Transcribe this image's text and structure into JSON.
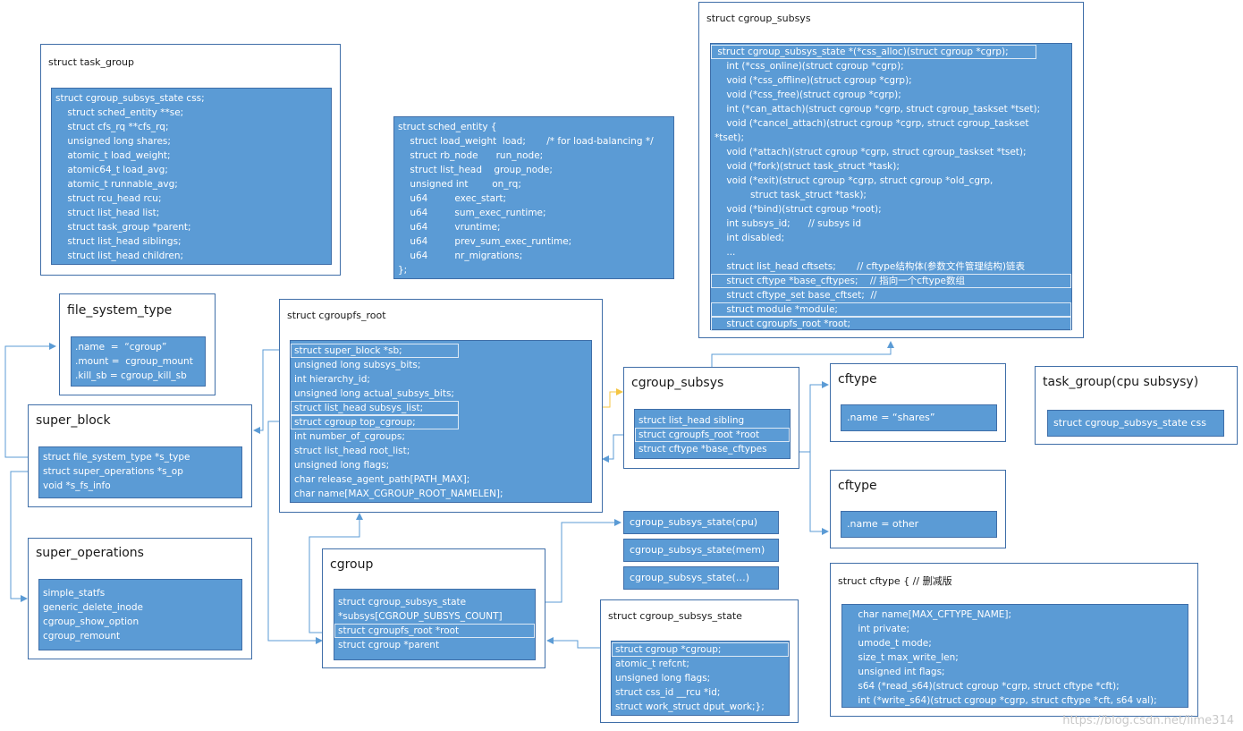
{
  "task_group": {
    "title": "struct task_group",
    "lines": [
      "struct cgroup_subsys_state css;",
      "    struct sched_entity **se;",
      "    struct cfs_rq **cfs_rq;",
      "    unsigned long shares;",
      "    atomic_t load_weight;",
      "    atomic64_t load_avg;",
      "    atomic_t runnable_avg;",
      "    struct rcu_head rcu;",
      "    struct list_head list;",
      "    struct task_group *parent;",
      "    struct list_head siblings;",
      "    struct list_head children;"
    ]
  },
  "sched_entity": {
    "lines": [
      "struct sched_entity {",
      "    struct load_weight  load;       /* for load-balancing */",
      "    struct rb_node      run_node;",
      "    struct list_head    group_node;",
      "    unsigned int        on_rq;",
      "    u64         exec_start;",
      "    u64         sum_exec_runtime;",
      "    u64         vruntime;",
      "    u64         prev_sum_exec_runtime;",
      "    u64         nr_migrations;",
      "};"
    ]
  },
  "cgroup_subsys_struct": {
    "title": "struct cgroup_subsys",
    "lines": [
      " struct cgroup_subsys_state *(*css_alloc)(struct cgroup *cgrp);",
      "    int (*css_online)(struct cgroup *cgrp);",
      "    void (*css_offline)(struct cgroup *cgrp);",
      "    void (*css_free)(struct cgroup *cgrp);",
      "    int (*can_attach)(struct cgroup *cgrp, struct cgroup_taskset *tset);",
      "    void (*cancel_attach)(struct cgroup *cgrp, struct cgroup_taskset",
      "*tset);",
      "    void (*attach)(struct cgroup *cgrp, struct cgroup_taskset *tset);",
      "    void (*fork)(struct task_struct *task);",
      "    void (*exit)(struct cgroup *cgrp, struct cgroup *old_cgrp,",
      "            struct task_struct *task);",
      "    void (*bind)(struct cgroup *root);",
      "    int subsys_id;      // subsys id",
      "    int disabled;",
      "    ...",
      "    struct list_head cftsets;       // cftype结构体(参数文件管理结构)链表",
      "    struct cftype *base_cftypes;    // 指向一个cftype数组",
      "    struct cftype_set base_cftset;  //",
      "    struct module *module;",
      "    struct cgroupfs_root *root;"
    ]
  },
  "file_system_type": {
    "title": "file_system_type",
    "lines": [
      ".name  =  “cgroup”",
      ".mount =  cgroup_mount",
      ".kill_sb = cgroup_kill_sb"
    ]
  },
  "super_block": {
    "title": "super_block",
    "lines": [
      "struct file_system_type *s_type",
      "struct super_operations *s_op",
      "void *s_fs_info"
    ]
  },
  "super_operations": {
    "title": "super_operations",
    "lines": [
      "simple_statfs",
      "generic_delete_inode",
      "cgroup_show_option",
      "cgroup_remount"
    ]
  },
  "cgroupfs_root": {
    "title": "struct cgroupfs_root",
    "lines": [
      "struct super_block *sb;",
      "unsigned long subsys_bits;",
      "int hierarchy_id;",
      "unsigned long actual_subsys_bits;",
      "struct list_head subsys_list;",
      "struct cgroup top_cgroup;",
      "int number_of_cgroups;",
      "struct list_head root_list;",
      "unsigned long flags;",
      "char release_agent_path[PATH_MAX];",
      "char name[MAX_CGROUP_ROOT_NAMELEN];"
    ]
  },
  "cgroup_subsys_small": {
    "title": "cgroup_subsys",
    "lines": [
      "struct list_head sibling",
      "struct cgroupfs_root *root",
      "struct cftype *base_cftypes"
    ]
  },
  "cftype_shares": {
    "title": "cftype",
    "line": ".name =  “shares”"
  },
  "cftype_other": {
    "title": "cftype",
    "line": ".name = other"
  },
  "task_group_cpu": {
    "title": "task_group(cpu subsysy)",
    "line": "struct cgroup_subsys_state css"
  },
  "css_items": [
    "cgroup_subsys_state(cpu)",
    "cgroup_subsys_state(mem)",
    "cgroup_subsys_state(…)"
  ],
  "cgroup": {
    "title": "cgroup",
    "lines": [
      "struct cgroup_subsys_state",
      "*subsys[CGROUP_SUBSYS_COUNT]",
      "struct cgroupfs_root *root",
      "struct cgroup *parent"
    ]
  },
  "cgroup_subsys_state": {
    "title": "struct cgroup_subsys_state",
    "lines": [
      "struct cgroup *cgroup;",
      "atomic_t refcnt;",
      "unsigned long flags;",
      "struct css_id __rcu *id;",
      "struct work_struct dput_work;};"
    ]
  },
  "cftype_struct": {
    "title": "struct cftype { // 删减版",
    "lines": [
      "    char name[MAX_CFTYPE_NAME];",
      "    int private;",
      "    umode_t mode;",
      "    size_t max_write_len;",
      "    unsigned int flags;",
      "    s64 (*read_s64)(struct cgroup *cgrp, struct cftype *cft);",
      "    int (*write_s64)(struct cgroup *cgrp, struct cftype *cft, s64 val);"
    ]
  },
  "watermark": "https://blog.csdn.net/lime314",
  "colors": {
    "fill": "#5b9bd5",
    "border": "#3f6ea8",
    "wire": "#5b9bd5",
    "highlight_wire": "#f4c542"
  }
}
